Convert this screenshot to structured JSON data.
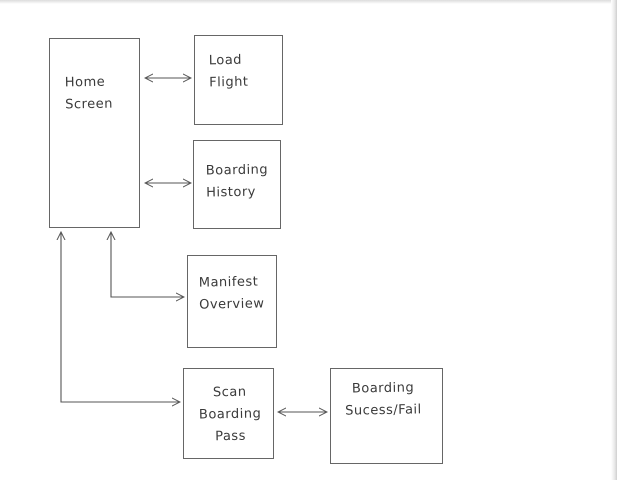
{
  "diagram": {
    "nodes": [
      {
        "id": "home",
        "lines": [
          "Home",
          "Screen"
        ]
      },
      {
        "id": "load",
        "lines": [
          "Load",
          "Flight"
        ]
      },
      {
        "id": "history",
        "lines": [
          "Boarding",
          "History"
        ]
      },
      {
        "id": "manifest",
        "lines": [
          "Manifest",
          "Overview"
        ]
      },
      {
        "id": "scan",
        "lines": [
          "Scan",
          "Boarding",
          "Pass"
        ]
      },
      {
        "id": "result",
        "lines": [
          "Boarding",
          "Sucess/Fail"
        ]
      }
    ],
    "edges": [
      {
        "from": "home",
        "to": "load",
        "direction": "both"
      },
      {
        "from": "home",
        "to": "history",
        "direction": "both"
      },
      {
        "from": "home",
        "to": "manifest",
        "direction": "both"
      },
      {
        "from": "home",
        "to": "scan",
        "direction": "both"
      },
      {
        "from": "scan",
        "to": "result",
        "direction": "both"
      }
    ]
  }
}
